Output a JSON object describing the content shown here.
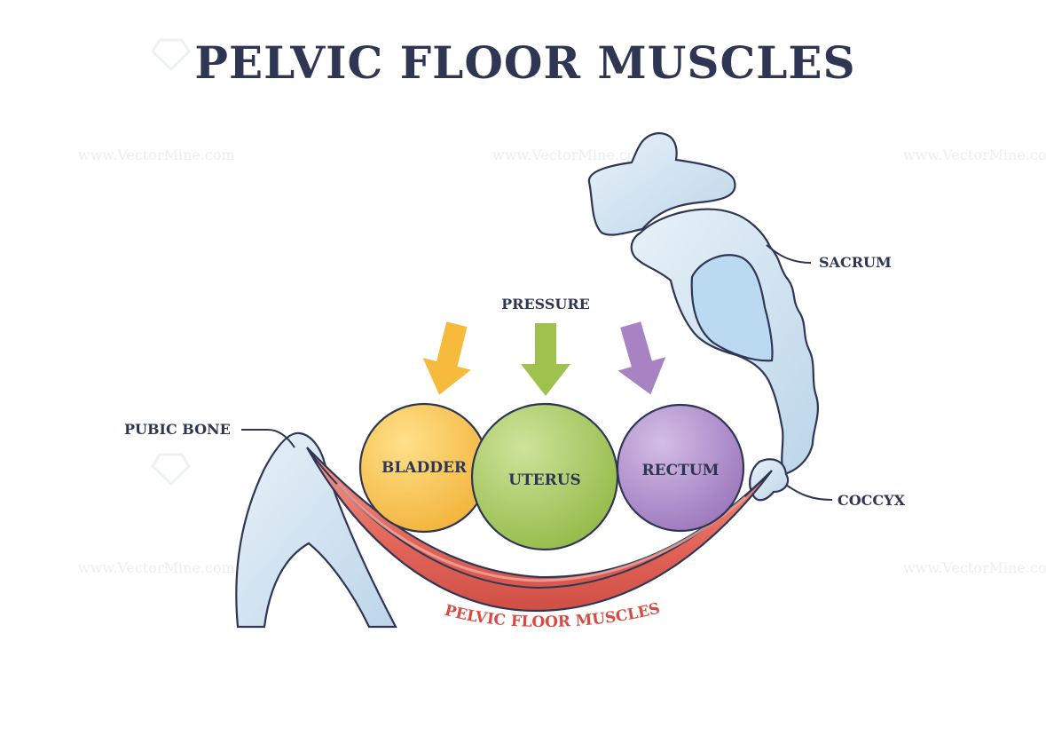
{
  "title": "PELVIC FLOOR MUSCLES",
  "watermark": "www.VectorMine.com",
  "labels": {
    "pressure": "PRESSURE",
    "sacrum": "SACRUM",
    "pubic_bone": "PUBIC BONE",
    "coccyx": "COCCYX",
    "muscles": "PELVIC FLOOR MUSCLES"
  },
  "organs": [
    {
      "name": "BLADDER",
      "color": "#f6bb3c"
    },
    {
      "name": "UTERUS",
      "color": "#9fc24e"
    },
    {
      "name": "RECTUM",
      "color": "#a883c4"
    }
  ],
  "colors": {
    "text": "#2f3654",
    "bone": "#dbe9f4",
    "muscle": "#e4675b",
    "muscle_label": "#d84a42"
  }
}
